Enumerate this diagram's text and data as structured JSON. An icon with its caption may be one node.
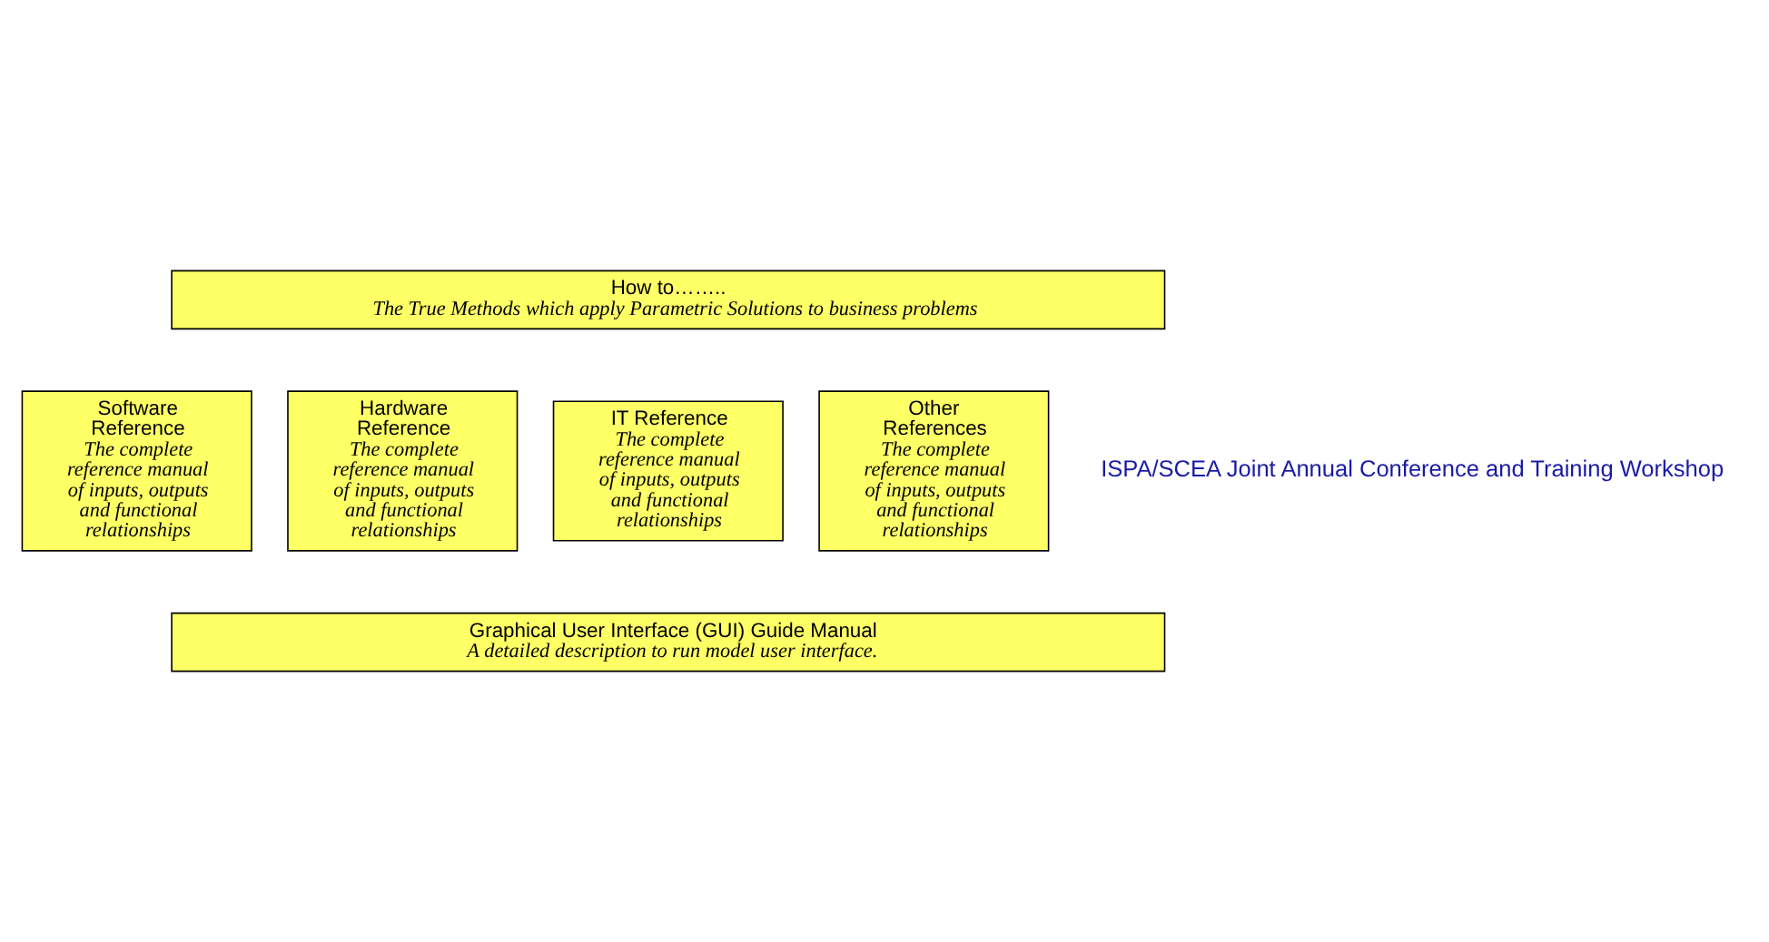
{
  "diagram": {
    "nodes": [
      {
        "text": [
          "How to……..",
          "The True Methods which apply Parametric Solutions to business problems"
        ]
      },
      {
        "text": [
          "Software Reference",
          "The complete reference manual of inputs, outputs and functional relationships"
        ]
      },
      {
        "text": [
          "Hardware Reference",
          "The complete reference manual of inputs, outputs and functional relationships"
        ]
      },
      {
        "text": [
          "IT Reference",
          "The complete reference manual of inputs, outputs and functional relationships"
        ]
      },
      {
        "text": [
          "Other References",
          "The complete reference manual of inputs, outputs and functional relationships"
        ]
      },
      {
        "text": [
          "Graphical User Interface (GUI) Guide Manual",
          "A detailed description to run model user interface."
        ]
      }
    ],
    "labels": [
      "ISPA/SCEA Joint Annual Conference and Training Workshop"
    ]
  }
}
